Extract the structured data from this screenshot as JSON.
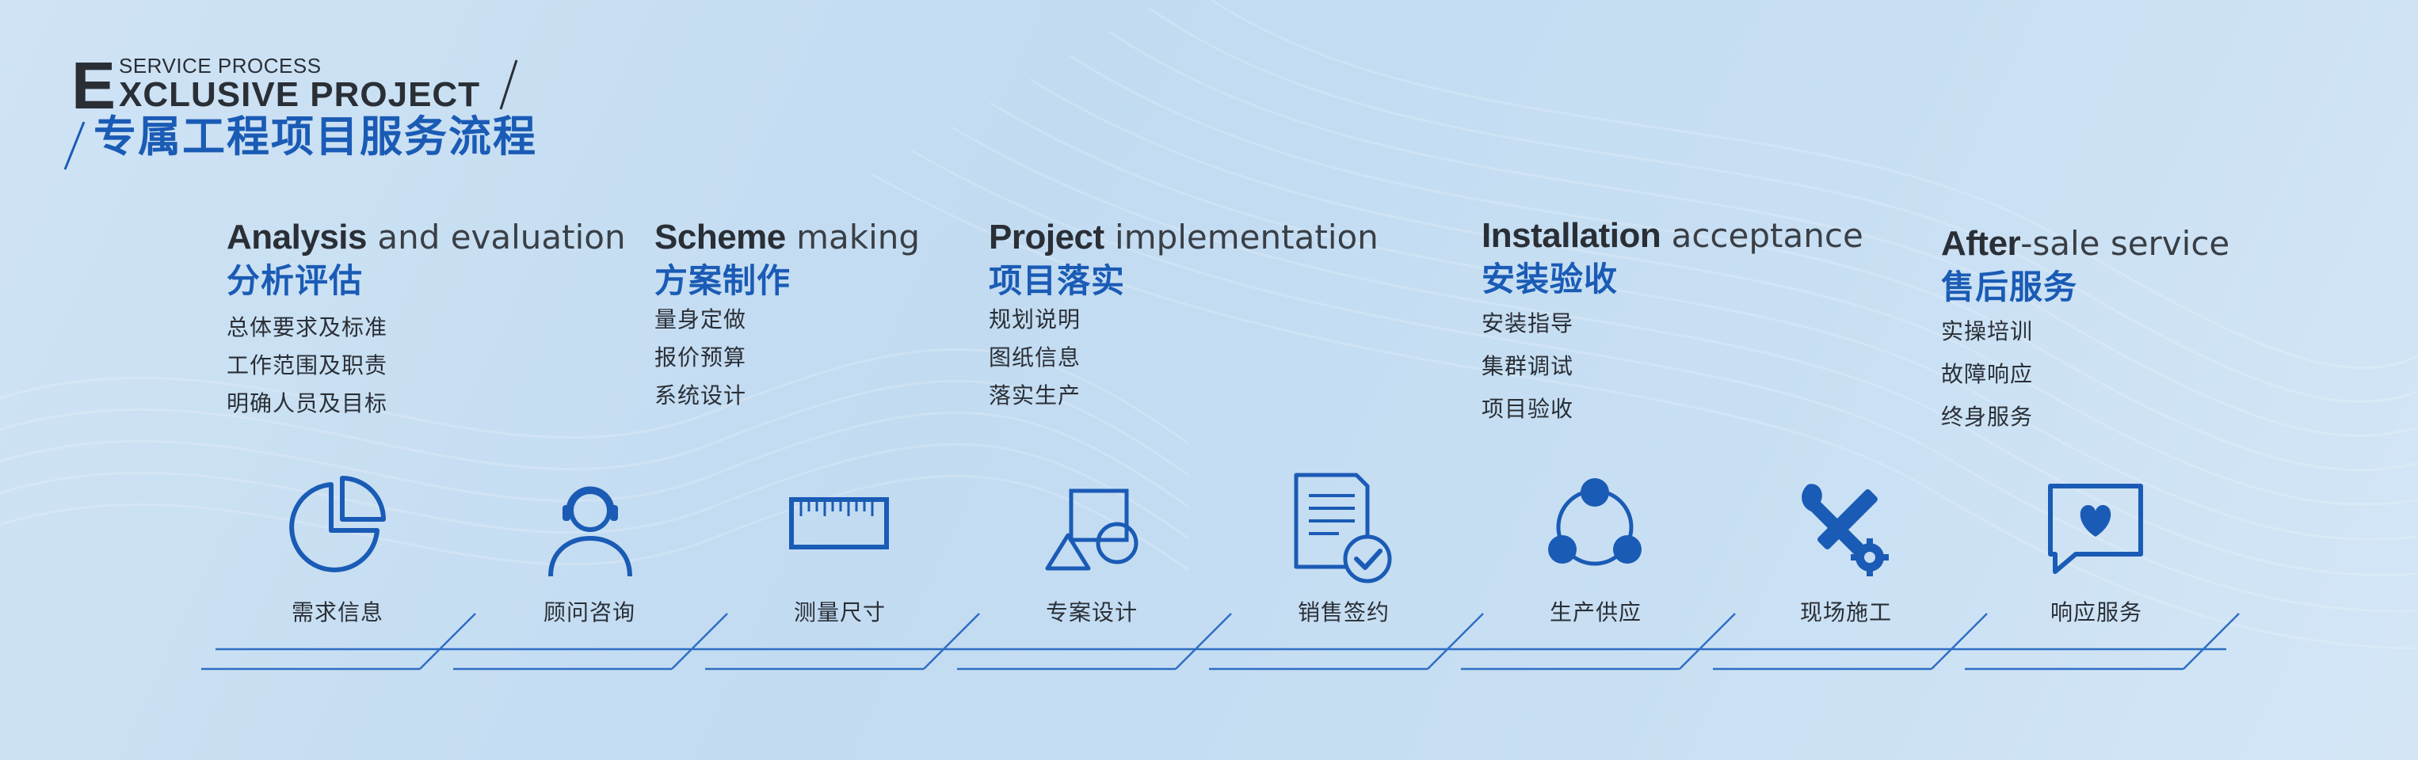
{
  "header": {
    "letter_e": "E",
    "service_process": "SERVICE PROCESS",
    "exclusive_project": "XCLUSIVE PROJECT",
    "title_cn": "专属工程项目服务流程"
  },
  "stages": [
    {
      "bold": "Analysis",
      "light": " and evaluation",
      "title_cn": "分析评估",
      "items": [
        "总体要求及标准",
        "工作范围及职责",
        "明确人员及目标"
      ]
    },
    {
      "bold": "Scheme",
      "light": " making",
      "title_cn": "方案制作",
      "items": [
        "量身定做",
        "报价预算",
        "系统设计"
      ]
    },
    {
      "bold": "Project",
      "light": " implementation",
      "title_cn": "项目落实",
      "items": [
        "规划说明",
        "图纸信息",
        "落实生产"
      ]
    },
    {
      "bold": "Installation",
      "light": " acceptance",
      "title_cn": "安装验收",
      "items": [
        "安装指导",
        "集群调试",
        "项目验收"
      ]
    },
    {
      "bold": "After",
      "light": "-sale service",
      "title_cn": "售后服务",
      "items": [
        "实操培训",
        "故障响应",
        "终身服务"
      ]
    }
  ],
  "steps": [
    {
      "label": "需求信息",
      "icon": "pie-chart-icon"
    },
    {
      "label": "顾问咨询",
      "icon": "headset-consultant-icon"
    },
    {
      "label": "测量尺寸",
      "icon": "ruler-icon"
    },
    {
      "label": "专案设计",
      "icon": "shapes-design-icon"
    },
    {
      "label": "销售签约",
      "icon": "document-check-icon"
    },
    {
      "label": "生产供应",
      "icon": "cycle-nodes-icon"
    },
    {
      "label": "现场施工",
      "icon": "tools-gear-icon"
    },
    {
      "label": "响应服务",
      "icon": "chat-heart-icon"
    }
  ],
  "colors": {
    "accent": "#1a5bb5",
    "text": "#2a2f36",
    "line": "#2e6ec4"
  }
}
